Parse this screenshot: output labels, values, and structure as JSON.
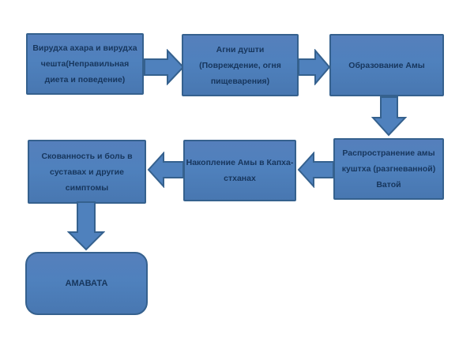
{
  "colors": {
    "node_fill": "#4f81bd",
    "node_border": "#35618e",
    "text": "#17365d",
    "background": "#ffffff"
  },
  "diagram": {
    "nodes": [
      {
        "id": "virudha-ahara",
        "label": "Вирудха ахара и вирудха\nчешта(Неправильная\nдиета и поведение)"
      },
      {
        "id": "agni-dushti",
        "label": "Агни душти\n(Повреждение, огня\nпищеварения)"
      },
      {
        "id": "ama-formation",
        "label": "Образование Амы"
      },
      {
        "id": "ama-spread",
        "label": "Распространение амы\nкуштха (разгневанной)\nВатой"
      },
      {
        "id": "ama-accumulation",
        "label": "Накопление Амы в Капха-\nстханах"
      },
      {
        "id": "symptoms",
        "label": "Скованность и боль в\nсуставах и другие\nсимптомы"
      },
      {
        "id": "amavata",
        "label": "АМАВАТА"
      }
    ],
    "connections": [
      {
        "from": "virudha-ahara",
        "to": "agni-dushti",
        "direction": "right"
      },
      {
        "from": "agni-dushti",
        "to": "ama-formation",
        "direction": "right"
      },
      {
        "from": "ama-formation",
        "to": "ama-spread",
        "direction": "down"
      },
      {
        "from": "ama-spread",
        "to": "ama-accumulation",
        "direction": "left"
      },
      {
        "from": "ama-accumulation",
        "to": "symptoms",
        "direction": "left"
      },
      {
        "from": "symptoms",
        "to": "amavata",
        "direction": "down"
      }
    ]
  }
}
